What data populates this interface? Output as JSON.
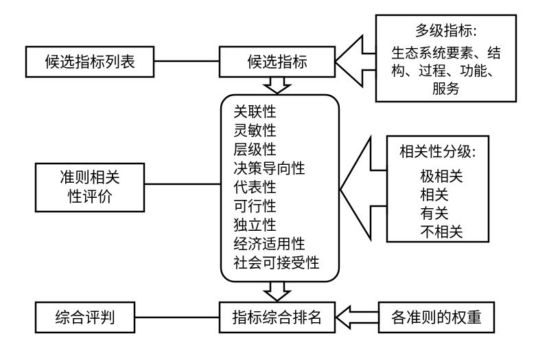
{
  "diagram": {
    "left_column": {
      "candidate_list": "候选指标列表",
      "criteria_eval_line1": "准则相关",
      "criteria_eval_line2": "性评价",
      "overall_eval": "综合评判"
    },
    "center_column": {
      "candidate_indicators": "候选指标",
      "criteria": [
        "关联性",
        "灵敏性",
        "层级性",
        "决策导向性",
        "代表性",
        "可行性",
        "独立性",
        "经济适用性",
        "社会可接受性"
      ],
      "ranking": "指标综合排名"
    },
    "right_column": {
      "multilevel": {
        "title": "多级指标:",
        "lines": [
          "生态系统要素、结",
          "构、过程、功能、",
          "服务"
        ]
      },
      "correlation": {
        "title": "相关性分级:",
        "levels": [
          "极相关",
          "相关",
          "有关",
          "不相关"
        ]
      },
      "weights": "各准则的权重"
    }
  }
}
